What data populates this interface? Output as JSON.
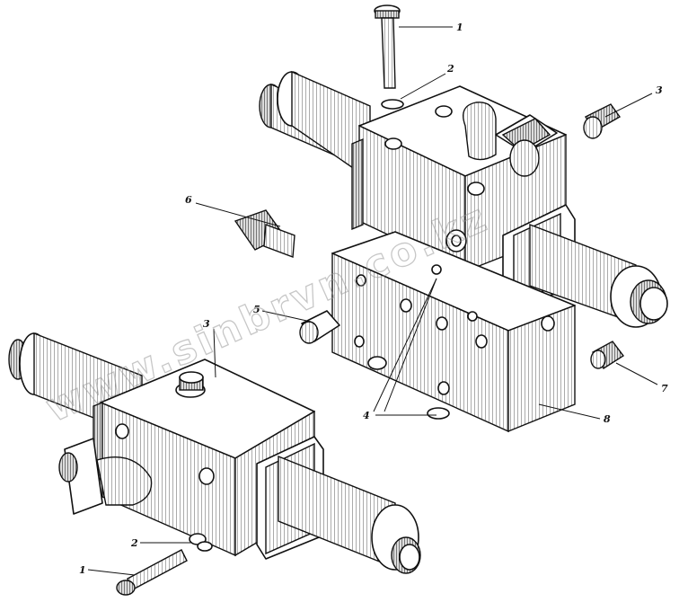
{
  "callouts": {
    "top_bolt": "1",
    "top_washer": "2",
    "top_right_plug": "3",
    "left_nipple": "6",
    "side_plug": "5",
    "right_plug": "7",
    "rings": "4",
    "base_block": "8",
    "bottom_block": "3",
    "bottom_washer": "2",
    "bottom_bolt": "1"
  },
  "watermark": {
    "text": "www.sinbrvn.co.kz"
  },
  "colors": {
    "ink": "#111111",
    "paper": "#ffffff",
    "watermark": "#9a9a9a"
  }
}
